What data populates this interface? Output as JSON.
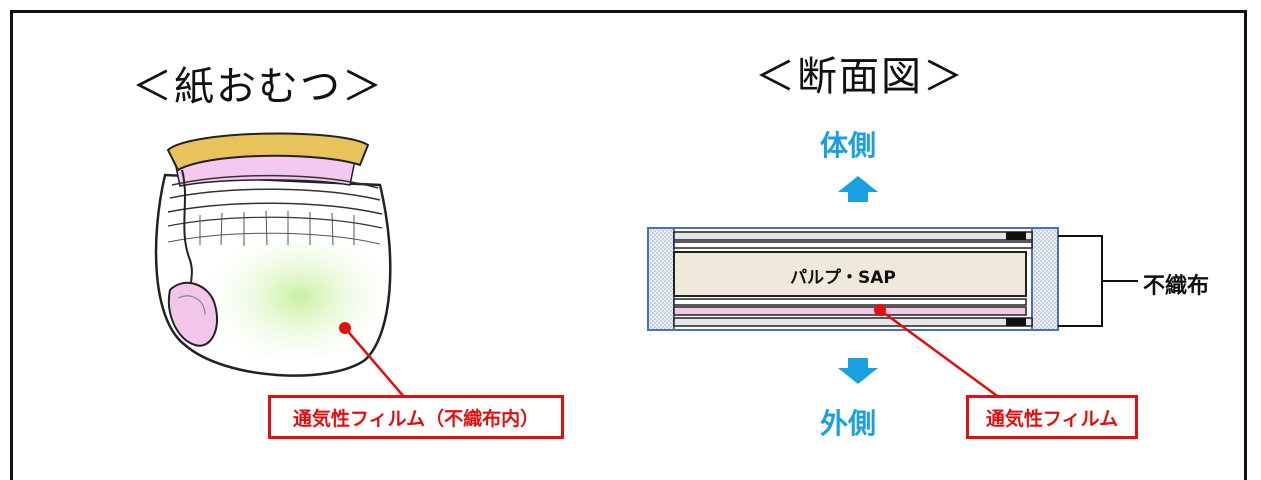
{
  "left_panel": {
    "title": "＜紙おむつ＞",
    "callout": "通気性フィルム（不織布内）"
  },
  "right_panel": {
    "title": "＜断面図＞",
    "top_side_label": "体側",
    "bottom_side_label": "外側",
    "core_label": "パルプ・SAP",
    "nonwoven_label": "不織布",
    "callout": "通気性フィルム"
  },
  "colors": {
    "callout_red": "#e01010",
    "arrow_blue": "#1aa0e0",
    "film_pink": "#f5c6e6",
    "core_beige": "#efe9dc",
    "waist_yellow": "#e8c25a"
  }
}
